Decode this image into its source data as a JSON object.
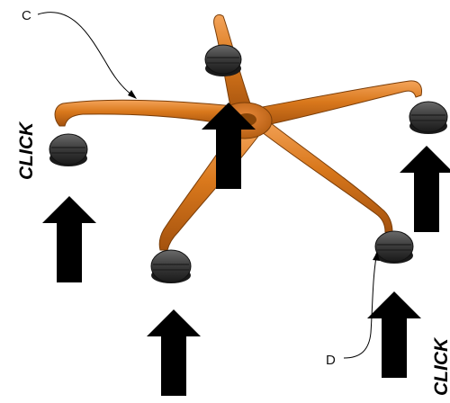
{
  "labels": {
    "part_c": "C",
    "part_d": "D"
  },
  "instructions": {
    "click_left": "CLICK",
    "click_right": "CLICK"
  },
  "colors": {
    "base_orange": "#D9781C",
    "base_shadow": "#A4520E",
    "base_highlight": "#F4A45A",
    "caster_dark": "#2B2B2B",
    "caster_mid": "#555555",
    "arrow_black": "#000000"
  },
  "icons": {
    "arrow": "up-arrow-icon",
    "caster": "caster-wheel-icon"
  }
}
